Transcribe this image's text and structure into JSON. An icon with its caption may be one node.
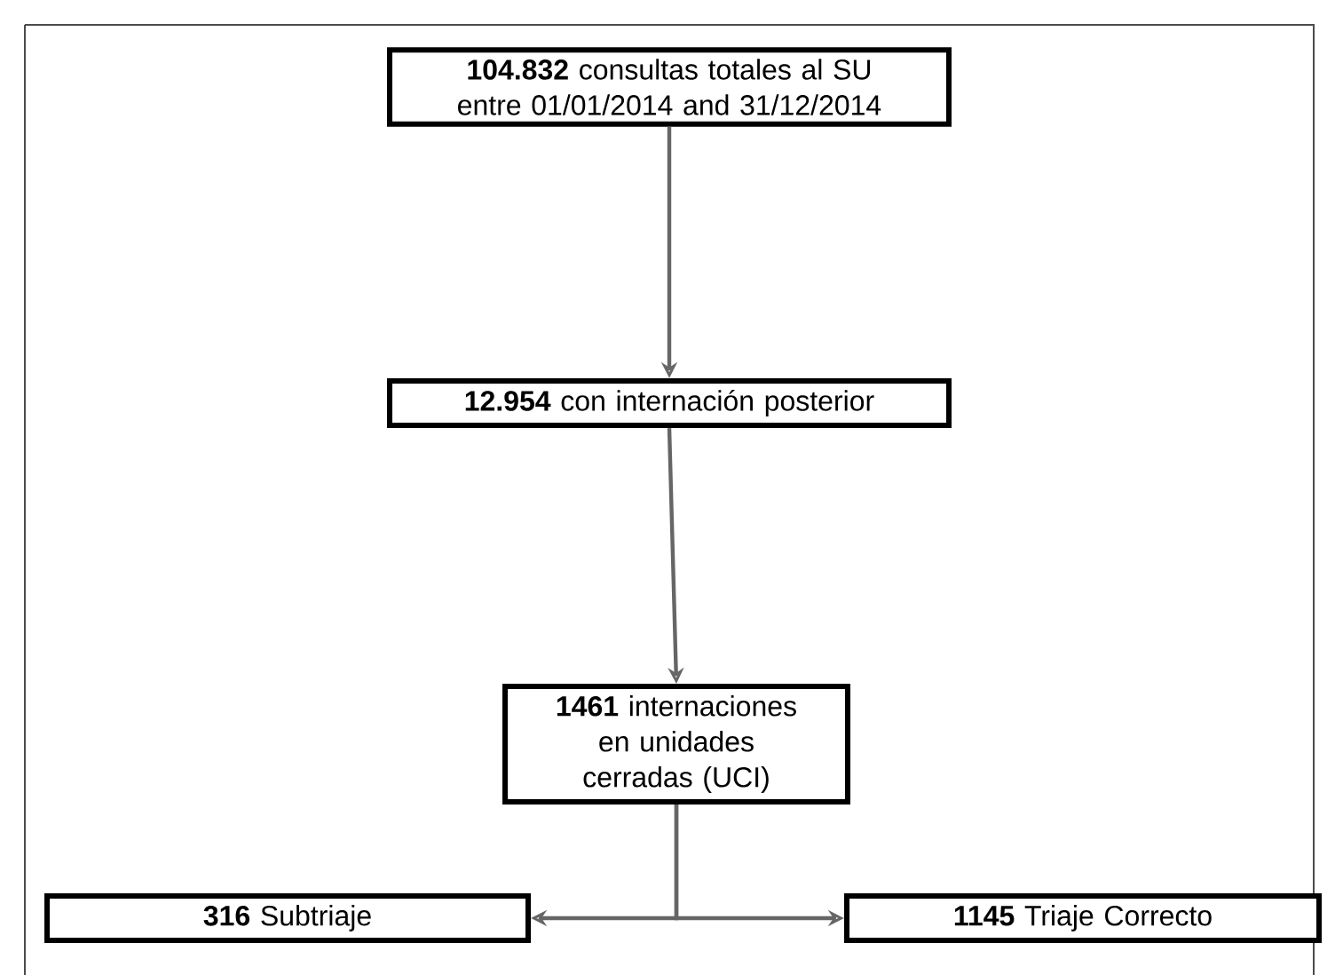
{
  "diagram": {
    "nodes": [
      {
        "text": [
          "**104.832** consultas totales al SU entre 01/01/2014 and 31/12/2014"
        ]
      },
      {
        "text": [
          "**12.954** con internación posterior"
        ]
      },
      {
        "text": [
          "**1461** internaciones en unidades cerradas (UCI)"
        ]
      },
      {
        "text": [
          "**316** Subtriaje"
        ]
      },
      {
        "text": [
          "**1145** Triaje Correcto"
        ]
      }
    ],
    "edges": [
      {
        "from": 0,
        "to": 1,
        "arrow": "to"
      },
      {
        "from": 1,
        "to": 2,
        "arrow": "to"
      },
      {
        "from": 2,
        "to": 3,
        "arrow": "to"
      },
      {
        "from": 2,
        "to": 4,
        "arrow": "to"
      }
    ]
  }
}
